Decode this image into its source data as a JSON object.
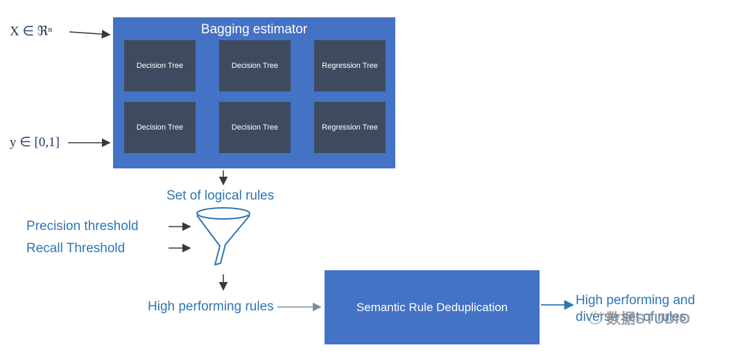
{
  "diagram": {
    "inputs": {
      "x_label": "X  ∈  ℜⁿ",
      "y_label": "y  ∈ [0,1]"
    },
    "bagging": {
      "title": "Bagging estimator",
      "trees": [
        "Decision Tree",
        "Decision Tree",
        "Regression Tree",
        "Decision Tree",
        "Decision Tree",
        "Regression Tree"
      ]
    },
    "flow": {
      "set_of_rules_label": "Set of logical rules",
      "precision_label": "Precision threshold",
      "recall_label": "Recall Threshold",
      "high_performing_label": "High performing rules",
      "dedup_label": "Semantic Rule Deduplication",
      "output_label": "High performing and diverse set of rules"
    },
    "watermark_text": "数据STUDIO",
    "colors": {
      "container_blue": "#4472c4",
      "tree_dark": "#3e4b5f",
      "accent_text_blue": "#2e75b6",
      "arrow_dark": "#3a3a3a"
    }
  }
}
